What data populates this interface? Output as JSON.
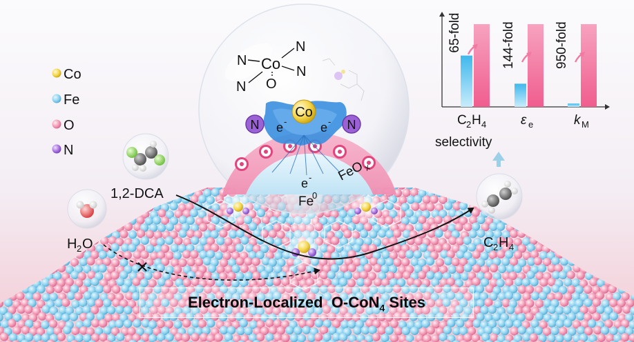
{
  "legend": {
    "items": [
      {
        "label": "Co",
        "color": "#f2d340"
      },
      {
        "label": "Fe",
        "color": "#8fd3ef"
      },
      {
        "label": "O",
        "color": "#f29ab5"
      },
      {
        "label": "N",
        "color": "#9b5fd6"
      }
    ]
  },
  "structure": {
    "co": "Co",
    "n": "N",
    "o": "O",
    "electron": "e",
    "minus": "-",
    "feox": "FeO",
    "feox_sub": "x",
    "fe0": "Fe",
    "fe0_sup": "0"
  },
  "molecules": {
    "dca": "1,2-DCA",
    "water": "H",
    "water_sub": "2",
    "water_tail": "O",
    "product": "C",
    "product_sub1": "2",
    "product_mid": "H",
    "product_sub2": "4"
  },
  "banner": {
    "prefix": "Electron-Localized  O-CoN",
    "sub": "4",
    "suffix": " Sites"
  },
  "inset_chart": {
    "fold_labels": [
      "65-fold",
      "144-fold",
      "950-fold"
    ],
    "cat1_main": "C",
    "cat1_sub1": "2",
    "cat1_mid": "H",
    "cat1_sub2": "4",
    "cat1_line2": "selectivity",
    "cat2_main": "ε",
    "cat2_sub": "e",
    "cat3_main": "k",
    "cat3_sub": "M",
    "colors": {
      "before": "#5ec8f0",
      "after": "#f58cae"
    }
  },
  "chart_data": {
    "type": "bar",
    "categories": [
      "C2H4 selectivity",
      "εe",
      "kM"
    ],
    "series": [
      {
        "values": [
          0.62,
          0.28,
          0.04
        ]
      },
      {
        "values": [
          1.0,
          1.0,
          1.0
        ]
      }
    ],
    "annotations": [
      "65-fold",
      "144-fold",
      "950-fold"
    ]
  }
}
